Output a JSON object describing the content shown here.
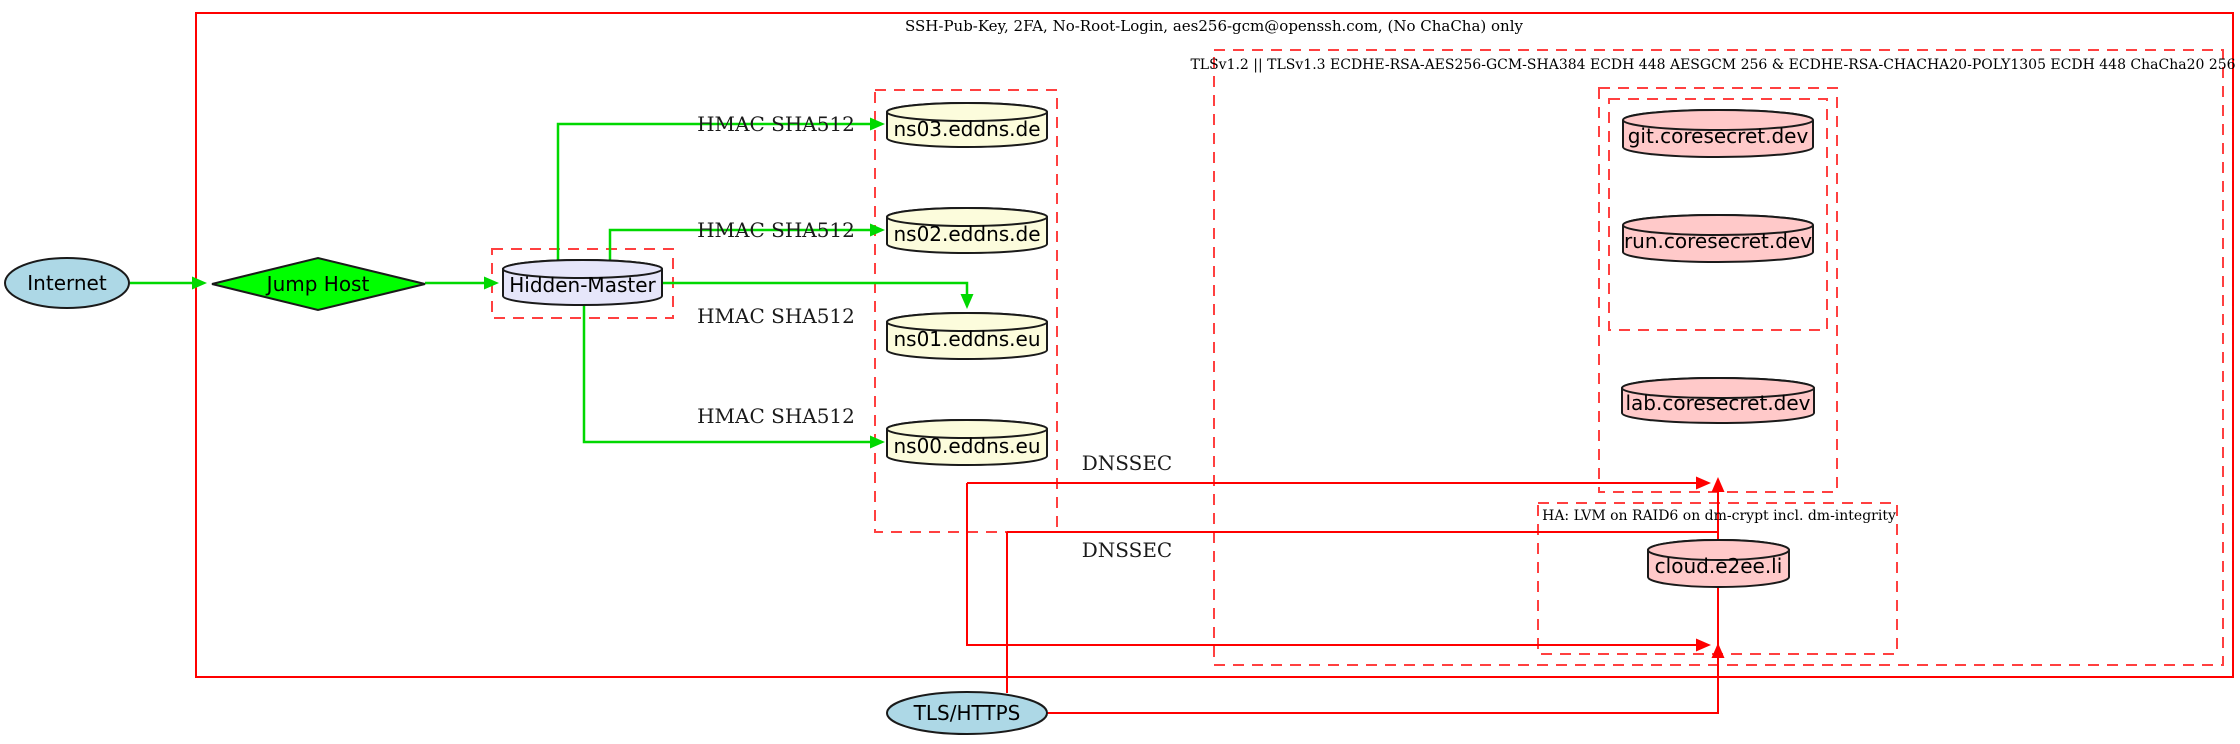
{
  "diagram": {
    "clusters": {
      "ssh": {
        "label": "SSH-Pub-Key, 2FA, No-Root-Login, aes256-gcm@openssh.com, (No ChaCha) only"
      },
      "tls": {
        "label": "TLSv1.2 || TLSv1.3 ECDHE-RSA-AES256-GCM-SHA384 ECDH 448 AESGCM 256 & ECDHE-RSA-CHACHA20-POLY1305 ECDH 448 ChaCha20 256"
      },
      "ha": {
        "label": "HA: LVM on RAID6 on dm-crypt incl. dm-integrity"
      }
    },
    "nodes": {
      "internet": "Internet",
      "jump_host": "Jump Host",
      "hidden_master": "Hidden-Master",
      "ns03": "ns03.eddns.de",
      "ns02": "ns02.eddns.de",
      "ns01": "ns01.eddns.eu",
      "ns00": "ns00.eddns.eu",
      "git": "git.coresecret.dev",
      "run": "run.coresecret.dev",
      "lab": "lab.coresecret.dev",
      "cloud": "cloud.e2ee.li",
      "tls_https": "TLS/HTTPS"
    },
    "edge_labels": {
      "hmac1": "HMAC SHA512",
      "hmac2": "HMAC SHA512",
      "hmac3": "HMAC SHA512",
      "hmac4": "HMAC SHA512",
      "dnssec1": "DNSSEC",
      "dnssec2": "DNSSEC"
    },
    "colors": {
      "edge_green": "#00d800",
      "node_green": "#00ff00",
      "solid_red": "#ff0000",
      "dashed_red": "#ff4040",
      "light_blue": "#add8e6",
      "lavender": "#e6e6fa",
      "light_yellow": "#fcfcdc",
      "pink": "#ffc9c9"
    }
  }
}
